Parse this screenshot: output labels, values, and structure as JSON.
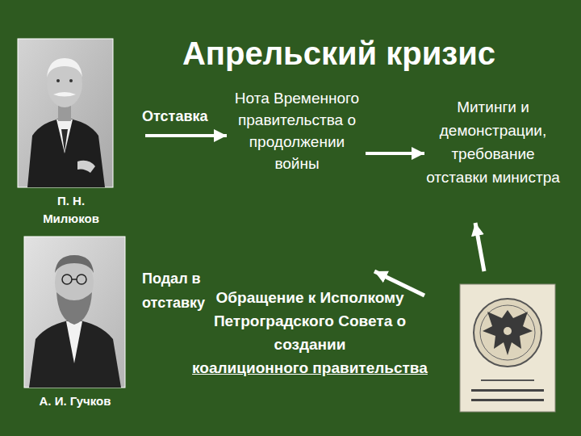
{
  "diagram": {
    "title": "Апрельский кризис",
    "nodes": [
      {
        "text": [
          "Отставка"
        ]
      },
      {
        "text": [
          "Нота Временного правительства о продолжении войны"
        ]
      },
      {
        "text": [
          "Митинги и демонстрации, требование отставки министра"
        ]
      },
      {
        "text": [
          "Подал в отставку"
        ]
      },
      {
        "text": [
          "Обращение к Исполкому Петроградского Совета о создании",
          "коалиционного правительства"
        ]
      }
    ],
    "edges": [
      {
        "from": 0,
        "to": 1,
        "arrow": "to"
      },
      {
        "from": 1,
        "to": 2,
        "arrow": "to"
      }
    ],
    "labels": [
      "П. Н. Милюков",
      "А. И. Гучков"
    ]
  }
}
